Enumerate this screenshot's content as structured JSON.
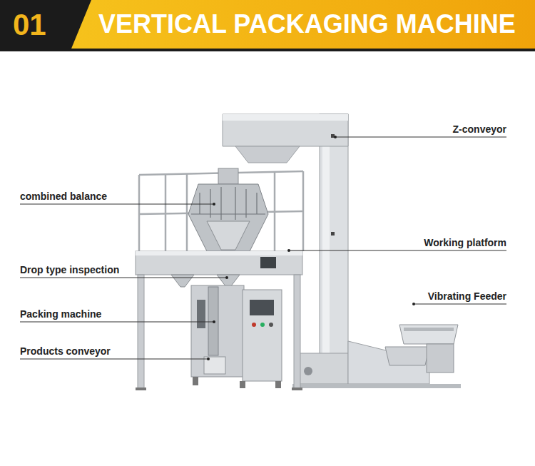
{
  "diagram": {
    "title": "VERTICAL PACKAGING MACHINE",
    "labels": [
      "01",
      "Z-conveyor",
      "combined balance",
      "Working platform",
      "Drop type inspection",
      "Vibrating Feeder",
      "Packing machine",
      "Products conveyor"
    ]
  }
}
